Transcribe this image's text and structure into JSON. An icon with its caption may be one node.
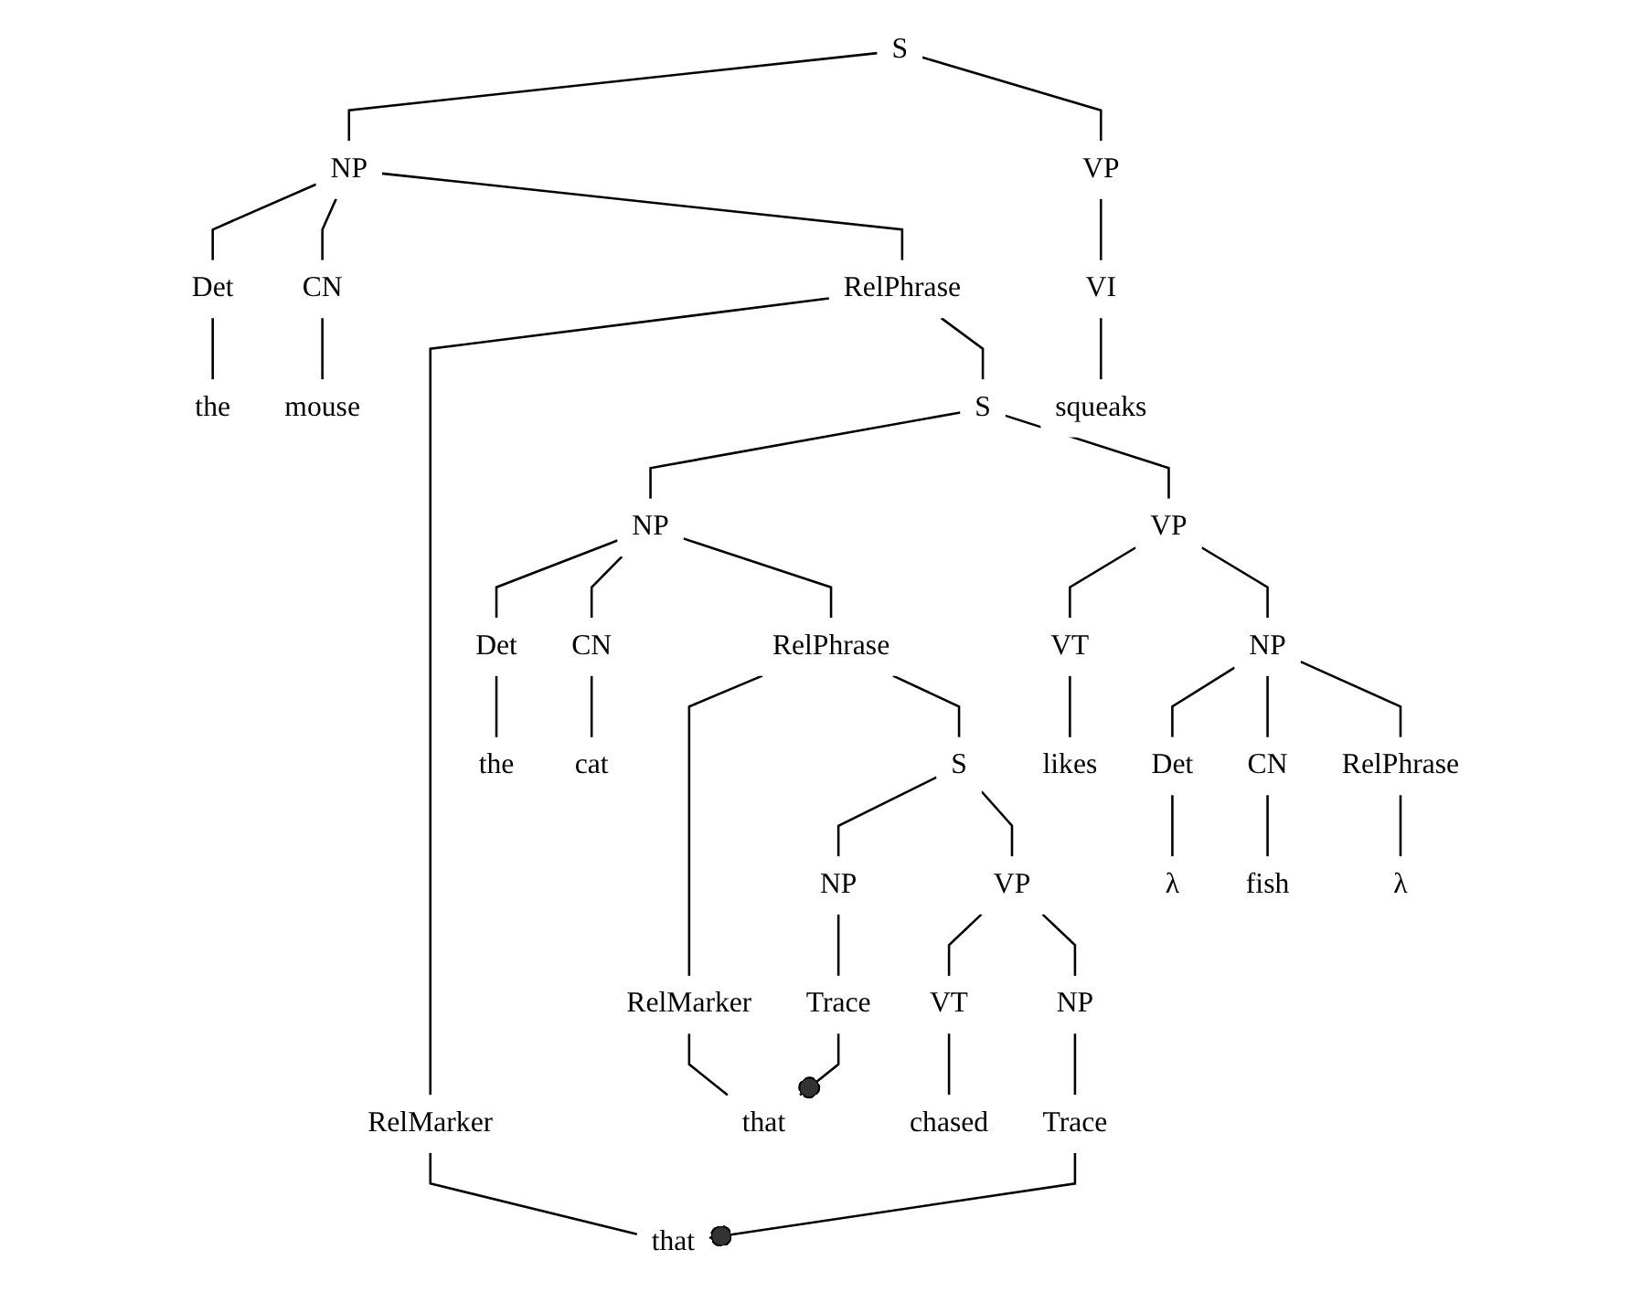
{
  "diagram": {
    "nodes": [
      {
        "text": [
          "S"
        ]
      },
      {
        "text": [
          "NP"
        ]
      },
      {
        "text": [
          "VP"
        ]
      },
      {
        "text": [
          "Det"
        ]
      },
      {
        "text": [
          "CN"
        ]
      },
      {
        "text": [
          "RelPhrase"
        ]
      },
      {
        "text": [
          "VI"
        ]
      },
      {
        "text": [
          "RelMarker"
        ]
      },
      {
        "text": [
          "S"
        ]
      },
      {
        "text": [
          "squeaks"
        ]
      },
      {
        "text": [
          "the"
        ]
      },
      {
        "text": [
          "mouse"
        ]
      },
      {
        "text": [
          "NP"
        ]
      },
      {
        "text": [
          "VP"
        ]
      },
      {
        "text": [
          "Det"
        ]
      },
      {
        "text": [
          "CN"
        ]
      },
      {
        "text": [
          "RelPhrase"
        ]
      },
      {
        "text": [
          "VT"
        ]
      },
      {
        "text": [
          "NP"
        ]
      },
      {
        "text": [
          "RelMarker"
        ]
      },
      {
        "text": [
          "S"
        ]
      },
      {
        "text": [
          "likes"
        ]
      },
      {
        "text": [
          "Det"
        ]
      },
      {
        "text": [
          "CN"
        ]
      },
      {
        "text": [
          "RelPhrase"
        ]
      },
      {
        "text": [
          "NP"
        ]
      },
      {
        "text": [
          "VP"
        ]
      },
      {
        "text": [
          "λ"
        ]
      },
      {
        "text": [
          "λ"
        ]
      },
      {
        "text": [
          "Trace"
        ]
      },
      {
        "text": [
          "VT"
        ]
      },
      {
        "text": [
          "NP"
        ]
      },
      {
        "text": [
          "the"
        ]
      },
      {
        "text": [
          "cat"
        ]
      },
      {
        "text": [
          "fish"
        ]
      },
      {
        "text": [
          "Trace"
        ]
      },
      {
        "text": [
          "that"
        ]
      },
      {
        "text": [
          "chased"
        ]
      },
      {
        "text": [
          "that"
        ]
      }
    ],
    "edges": [
      {
        "from": 0,
        "to": 1,
        "arrow": "none"
      },
      {
        "from": 0,
        "to": 2,
        "arrow": "none"
      },
      {
        "from": 1,
        "to": 3,
        "arrow": "none"
      },
      {
        "from": 1,
        "to": 4,
        "arrow": "none"
      },
      {
        "from": 1,
        "to": 5,
        "arrow": "none"
      },
      {
        "from": 2,
        "to": 6,
        "arrow": "none"
      },
      {
        "from": 3,
        "to": 10,
        "arrow": "none"
      },
      {
        "from": 4,
        "to": 11,
        "arrow": "none"
      },
      {
        "from": 5,
        "to": 7,
        "arrow": "none"
      },
      {
        "from": 5,
        "to": 8,
        "arrow": "none"
      },
      {
        "from": 6,
        "to": 9,
        "arrow": "none"
      },
      {
        "from": 7,
        "to": 38,
        "arrow": "none"
      },
      {
        "from": 8,
        "to": 12,
        "arrow": "none"
      },
      {
        "from": 8,
        "to": 13,
        "arrow": "none"
      },
      {
        "from": 12,
        "to": 14,
        "arrow": "none"
      },
      {
        "from": 12,
        "to": 15,
        "arrow": "none"
      },
      {
        "from": 12,
        "to": 16,
        "arrow": "none"
      },
      {
        "from": 13,
        "to": 17,
        "arrow": "none"
      },
      {
        "from": 13,
        "to": 18,
        "arrow": "none"
      },
      {
        "from": 14,
        "to": 32,
        "arrow": "none"
      },
      {
        "from": 15,
        "to": 33,
        "arrow": "none"
      },
      {
        "from": 16,
        "to": 19,
        "arrow": "none"
      },
      {
        "from": 16,
        "to": 20,
        "arrow": "none"
      },
      {
        "from": 17,
        "to": 21,
        "arrow": "none"
      },
      {
        "from": 18,
        "to": 22,
        "arrow": "none"
      },
      {
        "from": 18,
        "to": 23,
        "arrow": "none"
      },
      {
        "from": 18,
        "to": 24,
        "arrow": "none"
      },
      {
        "from": 19,
        "to": 36,
        "arrow": "none"
      },
      {
        "from": 20,
        "to": 25,
        "arrow": "none"
      },
      {
        "from": 20,
        "to": 26,
        "arrow": "none"
      },
      {
        "from": 22,
        "to": 27,
        "arrow": "none"
      },
      {
        "from": 23,
        "to": 34,
        "arrow": "none"
      },
      {
        "from": 24,
        "to": 28,
        "arrow": "none"
      },
      {
        "from": 25,
        "to": 29,
        "arrow": "none"
      },
      {
        "from": 26,
        "to": 30,
        "arrow": "none"
      },
      {
        "from": 26,
        "to": 31,
        "arrow": "none"
      },
      {
        "from": 29,
        "to": 36,
        "arrow": "other"
      },
      {
        "from": 30,
        "to": 37,
        "arrow": "none"
      },
      {
        "from": 31,
        "to": 35,
        "arrow": "none"
      },
      {
        "from": 35,
        "to": 38,
        "arrow": "other"
      }
    ]
  }
}
